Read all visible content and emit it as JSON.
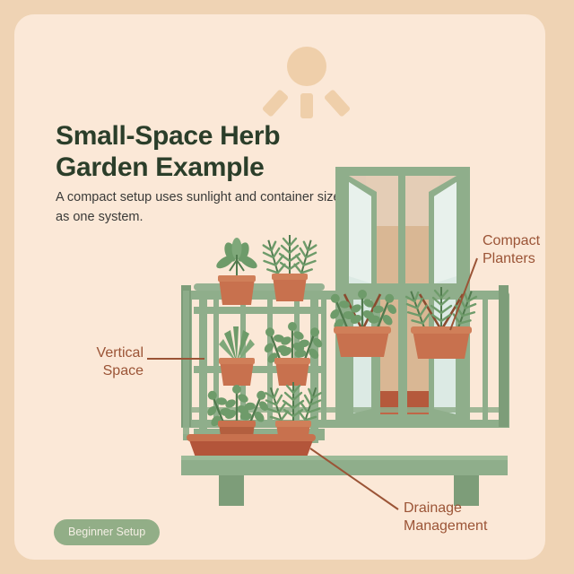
{
  "poster": {
    "background_color": "#EFD3B4",
    "card_color": "#FBE8D7"
  },
  "header": {
    "title": "Small-Space Herb Garden Example",
    "subtitle": "A compact setup uses sunlight and container size as one system.",
    "title_color": "#2B3E2A",
    "subtitle_color": "#3A3A38"
  },
  "badge": {
    "label": "Beginner Setup",
    "background_color": "#92AE87",
    "text_color": "#F4EFE4"
  },
  "icons": {
    "sun": "sun-icon",
    "sun_color": "#EFCFAA"
  },
  "callouts": [
    {
      "id": "vertical-space",
      "label": "Vertical Space",
      "line1": "Vertical",
      "line2": "Space",
      "color": "#9B5436",
      "align": "right"
    },
    {
      "id": "compact-planters",
      "label": "Compact Planters",
      "line1": "Compact",
      "line2": "Planters",
      "color": "#9B5436",
      "align": "left"
    },
    {
      "id": "drainage-management",
      "label": "Drainage Management",
      "line1": "Drainage",
      "line2": "Management",
      "color": "#9B5436",
      "align": "left"
    }
  ],
  "illustration": {
    "name": "balcony-herb-garden-illustration",
    "palette": {
      "frame_green": "#8FAE8B",
      "frame_green_dark": "#7D9D79",
      "glass": "#DCEAE4",
      "glass_light": "#E8F1EC",
      "interior_wall": "#E2CBB6",
      "interior_door": "#D9B794",
      "floor_inside": "#B5593C",
      "terracotta": "#C8714E",
      "terracotta_dark": "#B35F3F",
      "foliage": "#6E9B6A",
      "foliage_dark": "#517A4E",
      "cord": "#8A4B2F"
    },
    "elements": {
      "shelf_tiers": 3,
      "shelf_pots": 6,
      "hanging_planters": 2,
      "floor_trough_planters": 1,
      "railing_posts": 2,
      "balcony_legs": 2,
      "door_panels": 2
    }
  }
}
